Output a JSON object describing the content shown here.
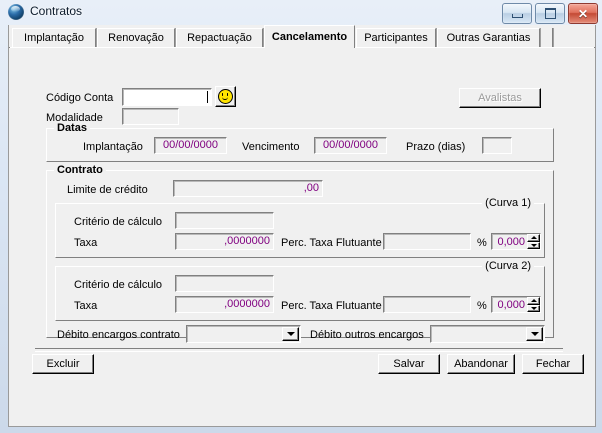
{
  "window": {
    "title": "Contratos",
    "icon": "sphere-icon",
    "controls": {
      "minimize": "minimize-icon",
      "maximize": "maximize-icon",
      "close": "close-icon"
    }
  },
  "tabs": [
    {
      "label": "Implantação",
      "active": false
    },
    {
      "label": "Renovação",
      "active": false
    },
    {
      "label": "Repactuação",
      "active": false
    },
    {
      "label": "Cancelamento",
      "active": true
    },
    {
      "label": "Participantes",
      "active": false
    },
    {
      "label": "Outras Garantias",
      "active": false
    }
  ],
  "form": {
    "codigo_conta": {
      "label": "Código Conta",
      "value": ""
    },
    "modalidade": {
      "label": "Modalidade",
      "value": ""
    },
    "avalistas_button": {
      "label": "Avalistas",
      "disabled": true
    },
    "smiley_button": {
      "icon": "smiley-icon"
    },
    "datas": {
      "title": "Datas",
      "implantacao": {
        "label": "Implantação",
        "value": "00/00/0000"
      },
      "vencimento": {
        "label": "Vencimento",
        "value": "00/00/0000"
      },
      "prazo": {
        "label": "Prazo (dias)",
        "value": ""
      }
    },
    "contrato": {
      "title": "Contrato",
      "limite_credito": {
        "label": "Limite de crédito",
        "value": ",00"
      },
      "curvas": [
        {
          "title": "(Curva 1)",
          "criterio": {
            "label": "Critério de cálculo",
            "value": ""
          },
          "taxa": {
            "label": "Taxa",
            "value": ",0000000"
          },
          "perc_taxa_flutuante": {
            "label": "Perc. Taxa Flutuante",
            "value": ""
          },
          "percent_symbol": "%",
          "percent_spin": {
            "value": "0,000"
          }
        },
        {
          "title": "(Curva 2)",
          "criterio": {
            "label": "Critério de cálculo",
            "value": ""
          },
          "taxa": {
            "label": "Taxa",
            "value": ",0000000"
          },
          "perc_taxa_flutuante": {
            "label": "Perc. Taxa Flutuante",
            "value": ""
          },
          "percent_symbol": "%",
          "percent_spin": {
            "value": "0,000"
          }
        }
      ],
      "debito_encargos_contrato": {
        "label": "Débito encargos contrato",
        "value": ""
      },
      "debito_outros_encargos": {
        "label": "Débito outros encargos",
        "value": ""
      }
    }
  },
  "buttons": {
    "excluir": "Excluir",
    "salvar": "Salvar",
    "abandonar": "Abandonar",
    "fechar": "Fechar"
  },
  "colors": {
    "value_text": "#800080",
    "face": "#f0f0f0",
    "title_text": "#0b1a2b",
    "close_button": "#c44a35"
  }
}
